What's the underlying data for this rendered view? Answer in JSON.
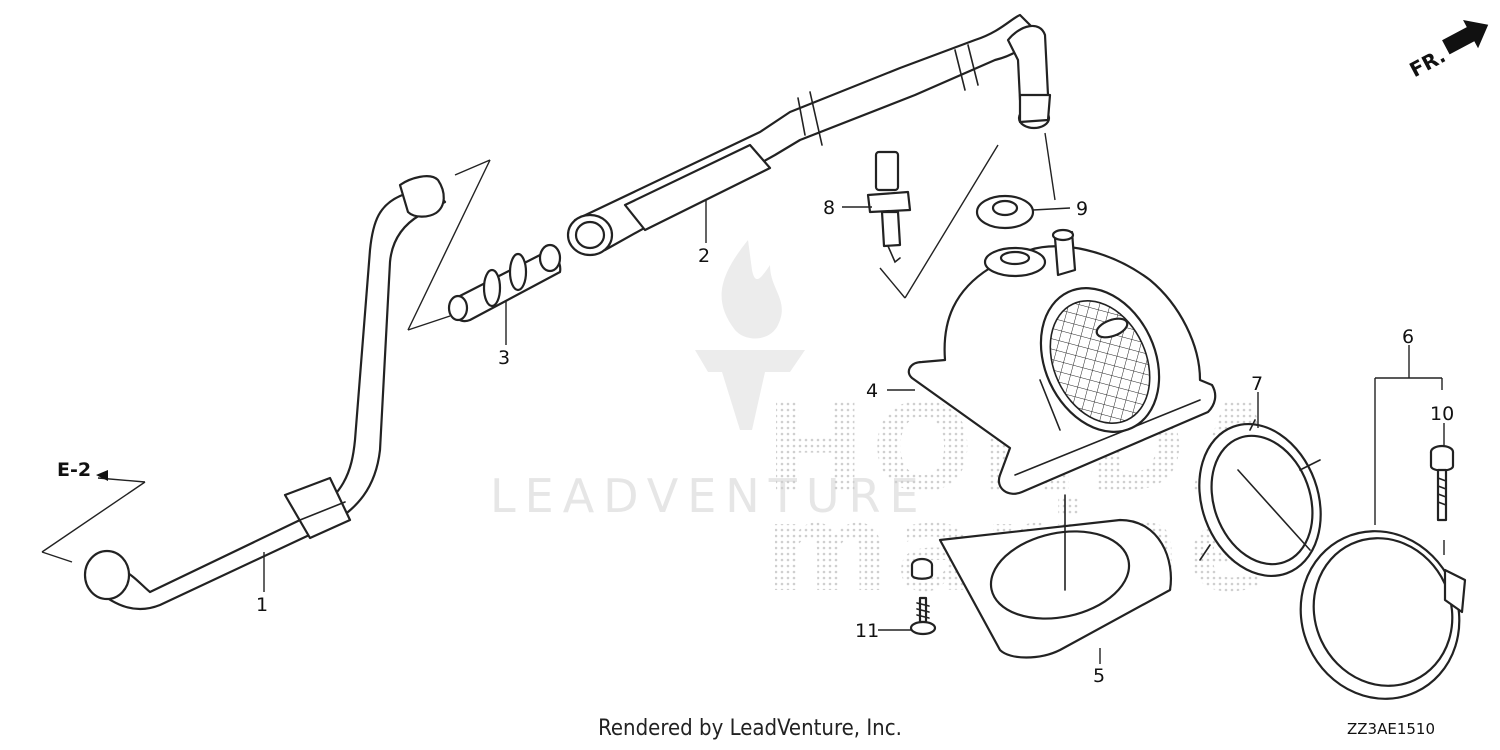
{
  "callouts": [
    {
      "id": "1",
      "label": "1"
    },
    {
      "id": "2",
      "label": "2"
    },
    {
      "id": "3",
      "label": "3"
    },
    {
      "id": "4",
      "label": "4"
    },
    {
      "id": "5",
      "label": "5"
    },
    {
      "id": "6",
      "label": "6"
    },
    {
      "id": "7",
      "label": "7"
    },
    {
      "id": "8",
      "label": "8"
    },
    {
      "id": "9",
      "label": "9"
    },
    {
      "id": "10",
      "label": "10"
    },
    {
      "id": "11",
      "label": "11"
    }
  ],
  "reference_label": "E-2",
  "direction_label": "FR.",
  "watermark": {
    "logo_text": "LEADVENTURE",
    "big_text_line1": "HONDA",
    "big_text_line2": "marine"
  },
  "footer_text": "Rendered by LeadVenture, Inc.",
  "diagram_code": "ZZ3AE1510"
}
